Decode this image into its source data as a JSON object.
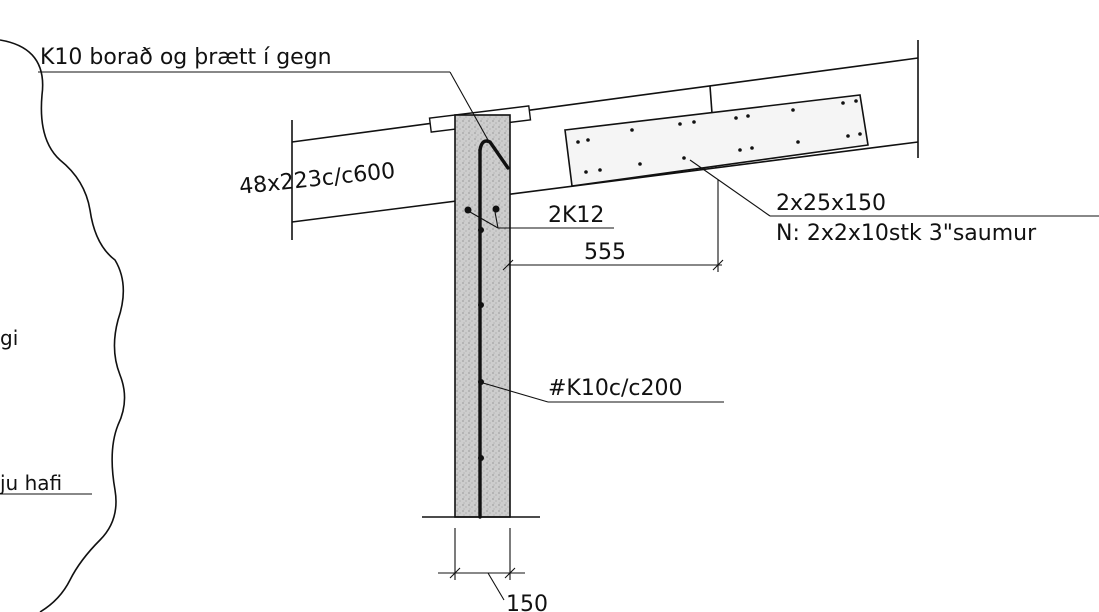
{
  "labels": {
    "top_note": "K10 borað og þrætt í gegn",
    "rafter": "48x223c/c600",
    "rebar_top": "2K12",
    "offset_dim": "555",
    "splice_plate": "2x25x150",
    "nails": "N: 2x2x10stk 3\"saumur",
    "rebar_mesh": "#K10c/c200",
    "width_dim": "150",
    "left_partial_1": "gi",
    "left_partial_2": "ju hafi"
  },
  "colors": {
    "line": "#111111",
    "concrete_fill": "#c9c9c9",
    "plate_fill": "#f2f2f2"
  }
}
